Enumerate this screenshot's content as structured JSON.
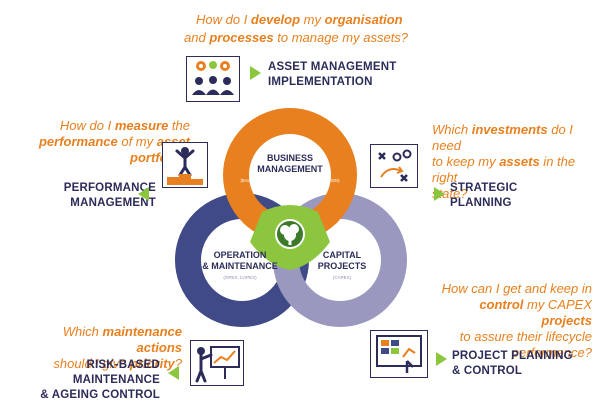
{
  "center": {
    "business": {
      "line1": "BUSINESS",
      "line2": "MANAGEMENT",
      "sub": "(BALANCE SHEET, PROFITS & GOAL DEFINITION)"
    },
    "operation": {
      "line1": "OPERATION",
      "line2": "& MAINTENANCE",
      "sub": "(OPEX, CAPEX)"
    },
    "capital": {
      "line1": "CAPITAL",
      "line2": "PROJECTS",
      "sub": "(CAPEX)"
    }
  },
  "top": {
    "q1": {
      "a": "How do I ",
      "b": "develop",
      "c": " my ",
      "d": "organisation"
    },
    "q2": {
      "a": "and ",
      "b": "processes",
      "c": " to manage my assets?"
    },
    "label1": "ASSET MANAGEMENT",
    "label2": "IMPLEMENTATION",
    "icon": "team-gears-icon"
  },
  "left": {
    "q1": {
      "a": "How do I ",
      "b": "measure",
      "c": " the"
    },
    "q2": {
      "a": "performance",
      "b": " of my ",
      "c": "asset"
    },
    "q3": {
      "a": "portfolio",
      "b": "?"
    },
    "label1": "PERFORMANCE",
    "label2": "MANAGEMENT",
    "icon": "podium-winner-icon"
  },
  "right": {
    "q1": {
      "a": "Which ",
      "b": "investments",
      "c": " do I need"
    },
    "q2": {
      "a": "to keep my ",
      "b": "assets",
      "c": " in the right"
    },
    "q3": {
      "a": "state?"
    },
    "label1": "STRATEGIC",
    "label2": "PLANNING",
    "icon": "strategy-board-icon"
  },
  "bottom_left": {
    "q1": {
      "a": "Which ",
      "b": "maintenance actions"
    },
    "q2": {
      "a": "should I give ",
      "b": "priority",
      "c": "?"
    },
    "label1": "RISK-BASED MAINTENANCE",
    "label2": "& AGEING CONTROL",
    "icon": "presenter-chart-icon"
  },
  "bottom_right": {
    "q1": {
      "a": "How can I get and keep in"
    },
    "q2": {
      "a": "control",
      "b": " my CAPEX ",
      "c": "projects"
    },
    "q3": {
      "a": "to assure their lifecycle"
    },
    "q4": {
      "a": "performance?"
    },
    "label1": "PROJECT PLANNING",
    "label2": "& CONTROL",
    "icon": "project-board-icon"
  },
  "colors": {
    "orange": "#e8801f",
    "navy": "#3f4a87",
    "lavender": "#9a98bf",
    "green": "#8cc63f",
    "dark": "#2c2c5a"
  }
}
